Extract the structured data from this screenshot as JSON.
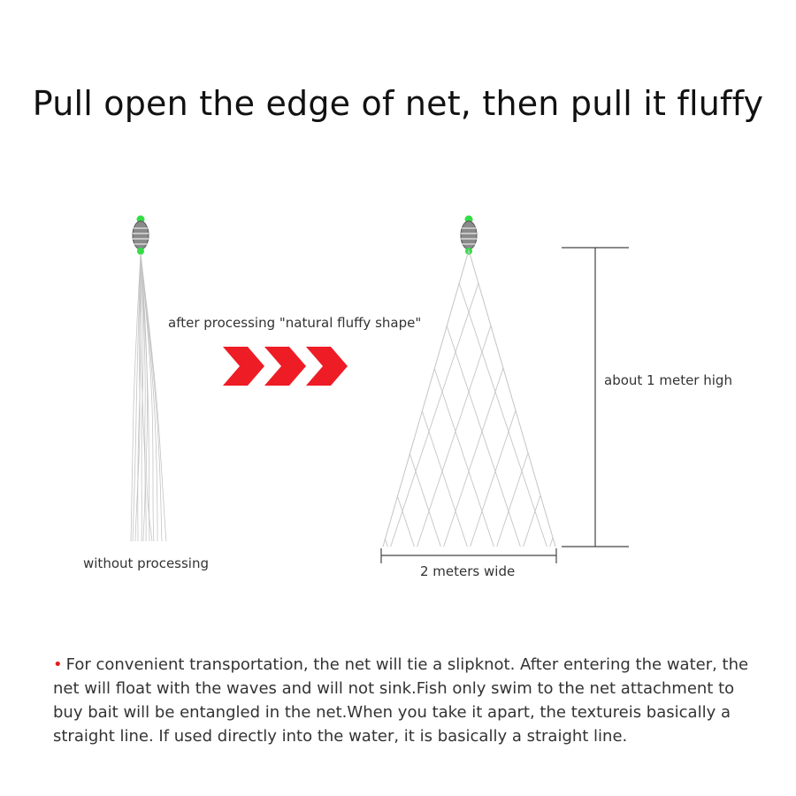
{
  "title": "Pull open the edge of net, then pull it fluffy",
  "labels": {
    "after_processing": "after processing \"natural fluffy shape\"",
    "without_processing": "without processing",
    "height": "about 1 meter high",
    "width": "2 meters wide"
  },
  "note": {
    "bullet": "•",
    "text": "For convenient transportation, the net will tie a slipknot. After entering the water, the net will float with the waves and will not sink.Fish only swim to the net attachment to buy bait will be entangled in the net.When you take it apart, the textureis basically a straight line. If used directly into the water, it is basically a straight line."
  },
  "colors": {
    "arrow": "#ee1c25",
    "float_green": "#33dd44",
    "float_body": "#8a8a8a",
    "net_line": "#c4c4c4",
    "dimension_line": "#444444"
  }
}
